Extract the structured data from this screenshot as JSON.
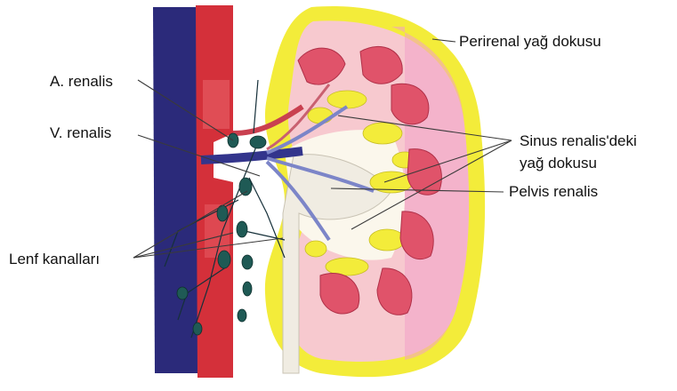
{
  "labels": {
    "a_renalis": "A. renalis",
    "v_renalis": "V. renalis",
    "lenf": "Lenf kanalları",
    "perirenal": "Perirenal yağ dokusu",
    "sinus_line1": "Sinus renalis'deki",
    "sinus_line2": "yağ dokusu",
    "pelvis": "Pelvis renalis"
  },
  "colors": {
    "vein": "#2b2a7a",
    "artery": "#d4303a",
    "fat": "#f3ec3a",
    "cortex": "#f7c9cf",
    "pyramid": "#e0536a",
    "lymph_node": "#1f5a55"
  }
}
